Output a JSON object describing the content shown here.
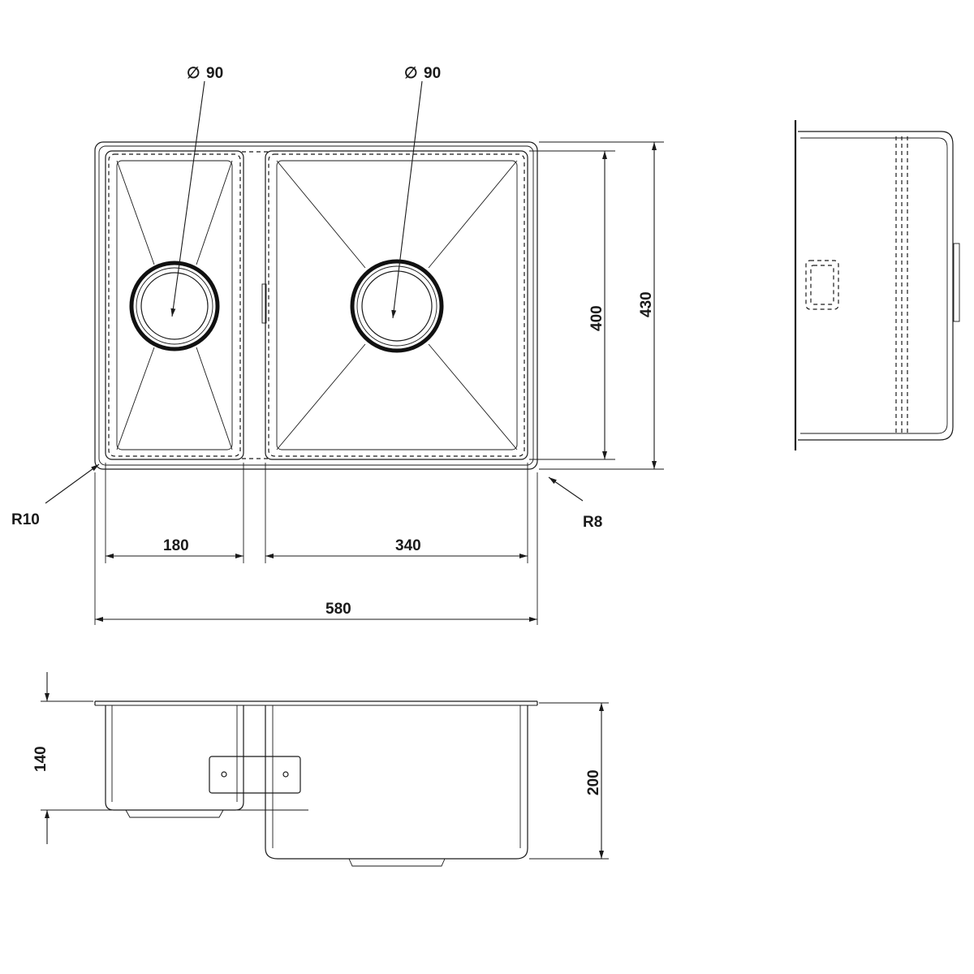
{
  "dimensions": {
    "left_bowl_diameter": "90",
    "right_bowl_diameter": "90",
    "left_bowl_width": "180",
    "right_bowl_width": "340",
    "overall_width": "580",
    "bowl_length": "400",
    "overall_length": "430",
    "corner_radius_outer": "R10",
    "corner_radius_inner": "R8",
    "small_bowl_depth": "140",
    "large_bowl_depth": "200"
  },
  "symbols": {
    "diameter": "∅"
  }
}
